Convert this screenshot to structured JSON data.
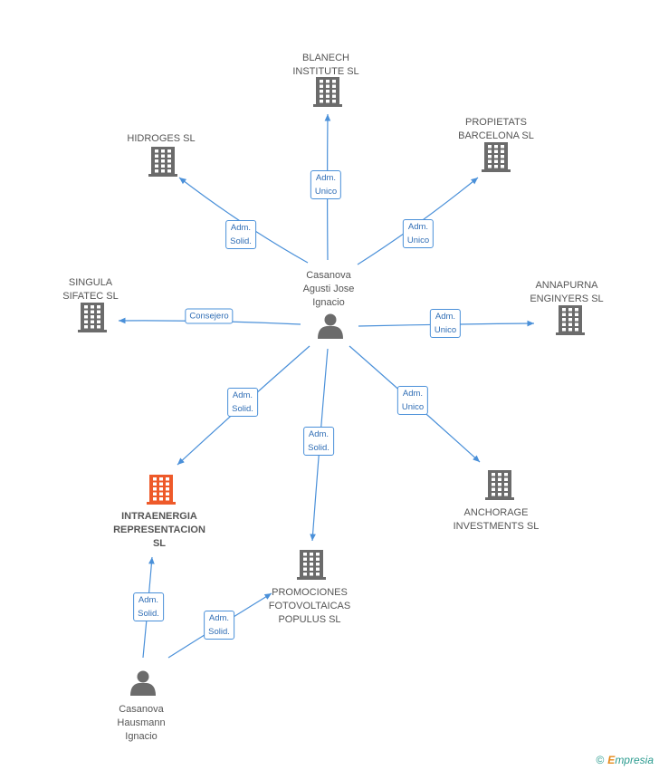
{
  "colors": {
    "edge": "#4a90d9",
    "building": "#6b6b6b",
    "building_highlight": "#ee5a2a",
    "person": "#6b6b6b",
    "label": "#555555"
  },
  "nodes": [
    {
      "id": "casanova_agusti",
      "type": "person",
      "icon": "person-icon",
      "lines": [
        "Casanova",
        "Agusti Jose",
        "Ignacio"
      ]
    },
    {
      "id": "blanech",
      "type": "company",
      "icon": "building-icon",
      "lines": [
        "BLANECH",
        "INSTITUTE SL"
      ]
    },
    {
      "id": "hidroges",
      "type": "company",
      "icon": "building-icon",
      "lines": [
        "HIDROGES  SL"
      ]
    },
    {
      "id": "propietats",
      "type": "company",
      "icon": "building-icon",
      "lines": [
        "PROPIETATS",
        "BARCELONA  SL"
      ]
    },
    {
      "id": "singula",
      "type": "company",
      "icon": "building-icon",
      "lines": [
        "SINGULA",
        "SIFATEC  SL"
      ]
    },
    {
      "id": "annapurna",
      "type": "company",
      "icon": "building-icon",
      "lines": [
        "ANNAPURNA",
        "ENGINYERS  SL"
      ]
    },
    {
      "id": "intraenergia",
      "type": "company",
      "icon": "building-icon",
      "highlight": true,
      "lines": [
        "INTRAENERGIA",
        "REPRESENTACION",
        "SL"
      ]
    },
    {
      "id": "anchorage",
      "type": "company",
      "icon": "building-icon",
      "lines": [
        "ANCHORAGE",
        "INVESTMENTS SL"
      ]
    },
    {
      "id": "promociones",
      "type": "company",
      "icon": "building-icon",
      "lines": [
        "PROMOCIONES",
        "FOTOVOLTAICAS",
        "POPULUS SL"
      ]
    },
    {
      "id": "casanova_hausmann",
      "type": "person",
      "icon": "person-icon",
      "lines": [
        "Casanova",
        "Hausmann",
        "Ignacio"
      ]
    }
  ],
  "edges": [
    {
      "from": "casanova_agusti",
      "to": "blanech",
      "label": "Adm.\nUnico"
    },
    {
      "from": "casanova_agusti",
      "to": "hidroges",
      "label": "Adm.\nSolid."
    },
    {
      "from": "casanova_agusti",
      "to": "propietats",
      "label": "Adm.\nUnico"
    },
    {
      "from": "casanova_agusti",
      "to": "singula",
      "label": "Consejero"
    },
    {
      "from": "casanova_agusti",
      "to": "annapurna",
      "label": "Adm.\nUnico"
    },
    {
      "from": "casanova_agusti",
      "to": "intraenergia",
      "label": "Adm.\nSolid."
    },
    {
      "from": "casanova_agusti",
      "to": "promociones",
      "label": "Adm.\nSolid."
    },
    {
      "from": "casanova_agusti",
      "to": "anchorage",
      "label": "Adm.\nUnico"
    },
    {
      "from": "casanova_hausmann",
      "to": "intraenergia",
      "label": "Adm.\nSolid."
    },
    {
      "from": "casanova_hausmann",
      "to": "promociones",
      "label": "Adm.\nSolid."
    }
  ],
  "footer": {
    "copyright_symbol": "©",
    "brand_initial": "E",
    "brand_rest": "mpresia"
  }
}
